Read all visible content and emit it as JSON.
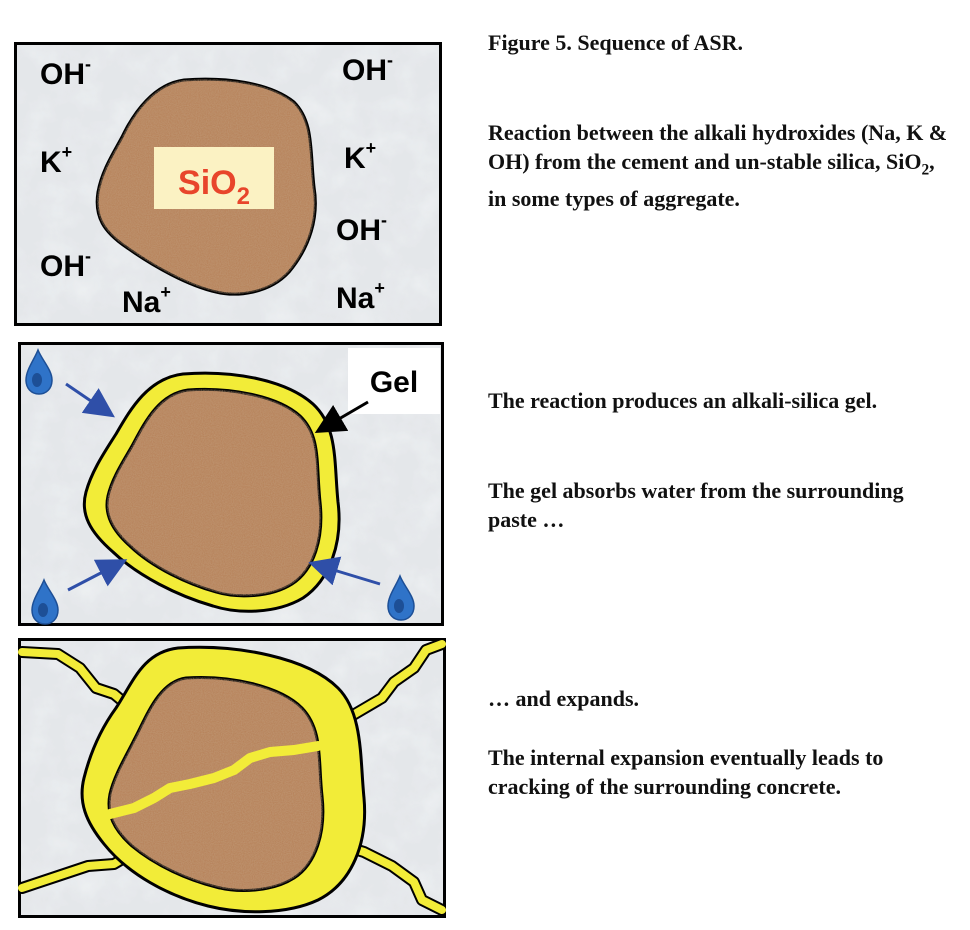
{
  "figure_title": "Figure 5. Sequence of ASR.",
  "panel1": {
    "center_label_main": "SiO",
    "center_label_sub": "2",
    "ions": [
      {
        "base": "OH",
        "charge": "-"
      },
      {
        "base": "OH",
        "charge": "-"
      },
      {
        "base": "K",
        "charge": "+"
      },
      {
        "base": "K",
        "charge": "+"
      },
      {
        "base": "OH",
        "charge": "-"
      },
      {
        "base": "OH",
        "charge": "-"
      },
      {
        "base": "Na",
        "charge": "+"
      },
      {
        "base": "Na",
        "charge": "+"
      }
    ]
  },
  "panel2": {
    "gel_label": "Gel"
  },
  "text1": {
    "pre": "Reaction between the alkali hydroxides (Na, K & OH) from the cement and un-stable silica, SiO",
    "sub": "2",
    "post": ", in some types of aggregate."
  },
  "text2": {
    "line_a": "The reaction produces an alkali-silica gel.",
    "line_b": "The gel absorbs water from the surrounding paste …"
  },
  "text3": {
    "line_a": "… and expands.",
    "line_b": "The internal expansion eventually leads to cracking of the surrounding concrete."
  },
  "colors": {
    "aggregate": "#b57e55",
    "gel": "#f2ec38",
    "water": "#2f73c8",
    "arrow": "#2f4fa8",
    "silica_label": "#e8452b",
    "label_bg": "#fbf2c3",
    "paste": "#e4e7ea"
  }
}
